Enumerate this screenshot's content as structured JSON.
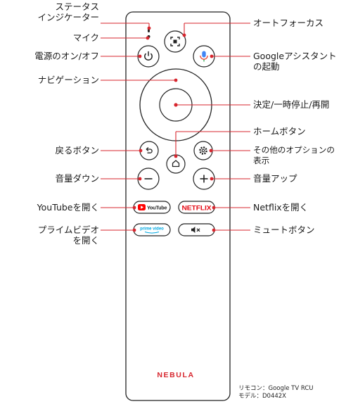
{
  "callouts_left": {
    "status_indicator_1": "ステータス",
    "status_indicator_2": "インジケーター",
    "mic": "マイク",
    "power": "電源のオン/オフ",
    "navigation": "ナビゲーション",
    "back": "戻るボタン",
    "volume_down": "音量ダウン",
    "youtube": "YouTubeを開く",
    "prime_video_1": "プライムビデオ",
    "prime_video_2": "を開く"
  },
  "callouts_right": {
    "autofocus": "オートフォーカス",
    "assistant_1": "Googleアシスタント",
    "assistant_2": "の起動",
    "ok_pause": "決定/一時停止/再開",
    "home": "ホームボタン",
    "options_1": "その他のオプションの",
    "options_2": "表示",
    "volume_up": "音量アップ",
    "netflix": "Netflixを開く",
    "mute": "ミュートボタン"
  },
  "remote": {
    "youtube_label": "YouTube",
    "netflix_label": "NETFLIX",
    "prime_label": "prime video",
    "brand": "NEBULA"
  },
  "footnote": {
    "line1": "リモコン：Google TV RCU",
    "line2": "モデル：D0442X"
  },
  "colors": {
    "callout": "#d7262e",
    "netflix": "#e50914",
    "youtube": "#ff0000",
    "assistant_mic": "#4285f4",
    "prime": "#00a8e1"
  }
}
